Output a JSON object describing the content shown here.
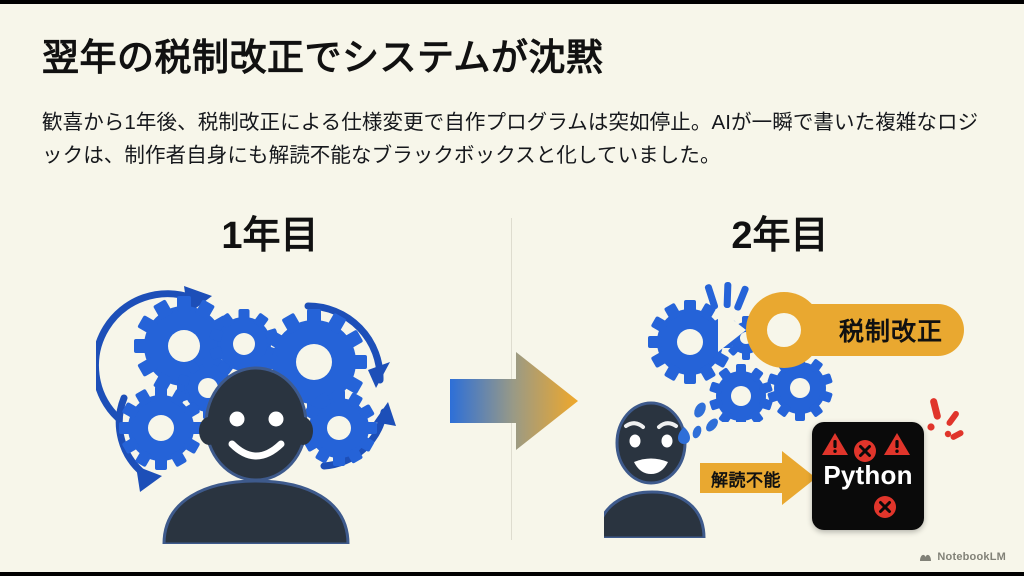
{
  "slide": {
    "title": "翌年の税制改正でシステムが沈黙",
    "body": "歓喜から1年後、税制改正による仕様変更で自作プログラムは突如停止。AIが一瞬で書いた複雑なロジックは、制作者自身にも解読不能なブラックボックスと化していました。"
  },
  "panels": {
    "left": {
      "label": "1年目",
      "figure_mood": "smiling-person-with-gears"
    },
    "right": {
      "label": "2年目",
      "figure_mood": "worried-person-sweating"
    }
  },
  "annotations": {
    "wrench_badge": "税制改正",
    "decode_arrow": "解読不能",
    "python_box": "Python"
  },
  "watermark": {
    "text": "NotebookLM",
    "icon": "notebooklm-icon"
  },
  "colors": {
    "background": "#F7F6EA",
    "letterbox": "#000000",
    "gear_blue": "#2563D8",
    "gear_blue_dark": "#1D4FB8",
    "person_dark": "#2A3440",
    "accent_orange": "#E9A830",
    "accent_orange_dark": "#D89420",
    "alert_red": "#E0352B",
    "divider": "#DEDCCF",
    "text_dark": "#111111",
    "box_black": "#0A0A0A"
  }
}
